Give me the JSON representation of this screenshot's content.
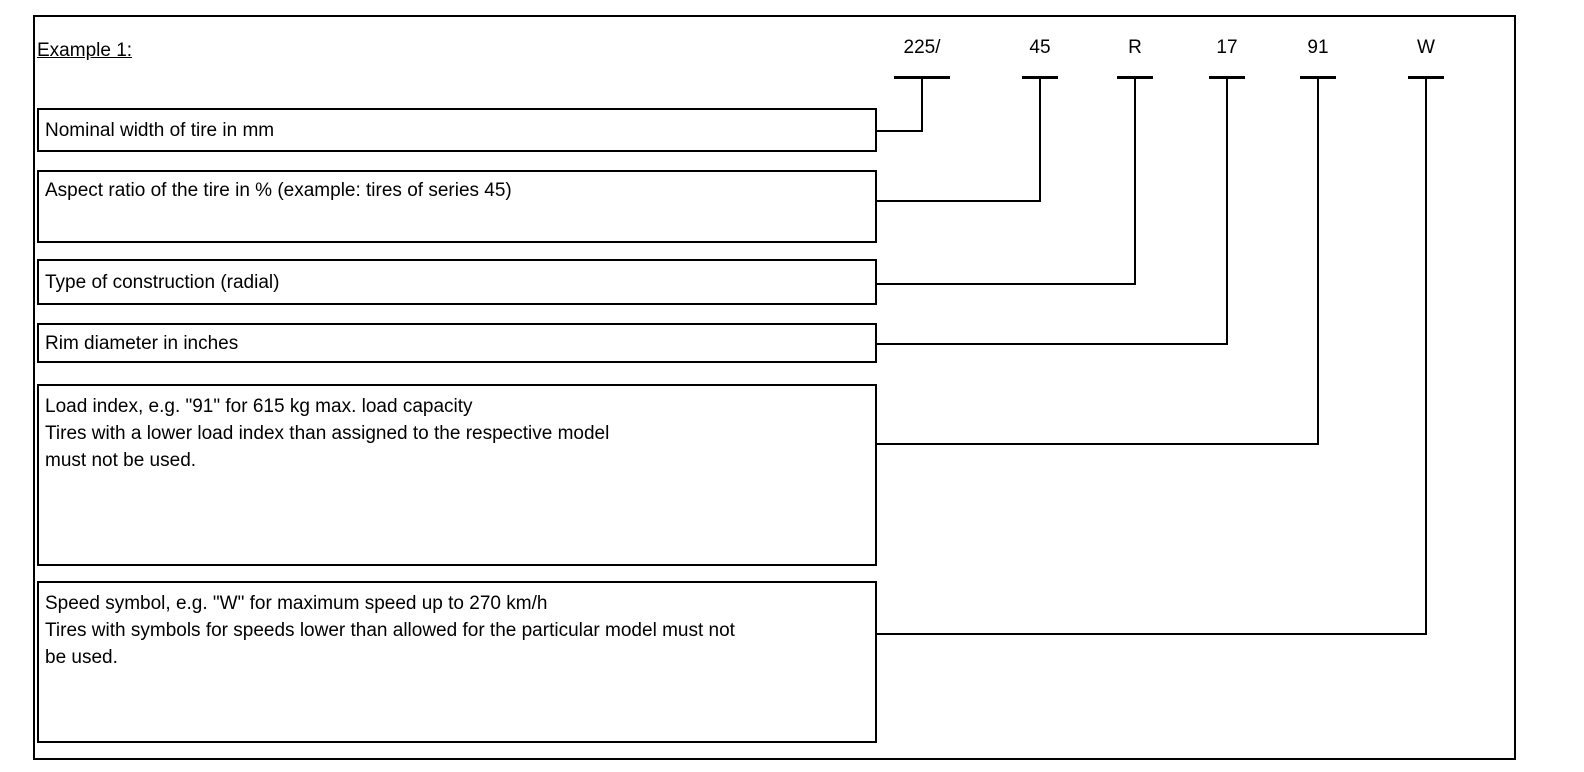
{
  "diagram": {
    "example_label": "Example 1:",
    "tire_code": {
      "parts": [
        "225/",
        "45",
        "R",
        "17",
        "91",
        "W"
      ]
    },
    "boxes": [
      {
        "lines": [
          "Nominal width of tire in mm"
        ]
      },
      {
        "lines": [
          "Aspect ratio of the tire in % (example: tires of series 45)"
        ]
      },
      {
        "lines": [
          "Type of construction (radial)"
        ]
      },
      {
        "lines": [
          "Rim diameter in inches"
        ]
      },
      {
        "lines": [
          "Load index, e.g. \"91\" for 615 kg max. load capacity",
          "Tires with a lower load index than assigned to the respective model",
          "must not be used."
        ]
      },
      {
        "lines": [
          "Speed symbol, e.g. \"W\" for maximum speed up to 270 km/h",
          "Tires with symbols for speeds lower than allowed for the particular model must not",
          "be used."
        ]
      }
    ],
    "colors": {
      "line": "#000000",
      "background": "#ffffff"
    }
  }
}
